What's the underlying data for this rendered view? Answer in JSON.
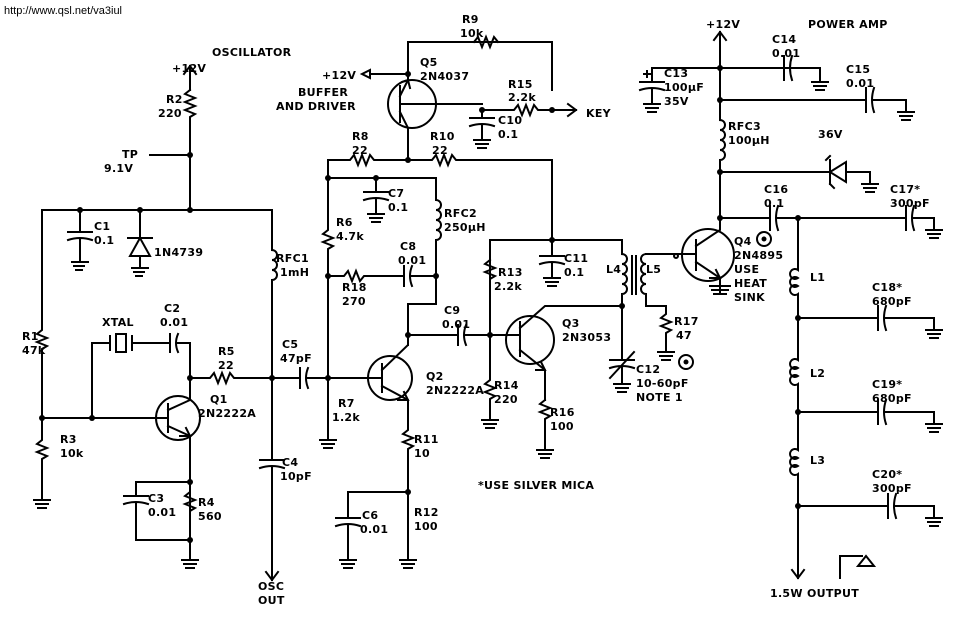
{
  "header": {
    "url": "http://www.qsl.net/va3iul"
  },
  "sections": {
    "oscillator": "OSCILLATOR",
    "power_amp": "POWER AMP",
    "buffer": "BUFFER",
    "driver": "AND DRIVER"
  },
  "supply": {
    "v12_osc": "+12V",
    "v12_buffer": "+12V",
    "v12_pa": "+12V",
    "v36": "36V"
  },
  "components": {
    "r1": [
      "R1",
      "47k"
    ],
    "r2": [
      "R2",
      "220"
    ],
    "r3": [
      "R3",
      "10k"
    ],
    "r4": [
      "R4",
      "560"
    ],
    "r5": [
      "R5",
      "22"
    ],
    "r6": [
      "R6",
      "4.7k"
    ],
    "r7": [
      "R7",
      "1.2k"
    ],
    "r8": [
      "R8",
      "22"
    ],
    "r9": [
      "R9",
      "10k"
    ],
    "r10": [
      "R10",
      "22"
    ],
    "r11": [
      "R11",
      "10"
    ],
    "r12": [
      "R12",
      "100"
    ],
    "r13": [
      "R13",
      "2.2k"
    ],
    "r14": [
      "R14",
      "220"
    ],
    "r15": [
      "R15",
      "2.2k"
    ],
    "r16": [
      "R16",
      "100"
    ],
    "r17": [
      "R17",
      "47"
    ],
    "r18": [
      "R18",
      "270"
    ],
    "c1": [
      "C1",
      "0.1"
    ],
    "c2": [
      "C2",
      "0.01"
    ],
    "c3": [
      "C3",
      "0.01"
    ],
    "c4": [
      "C4",
      "10pF"
    ],
    "c5": [
      "C5",
      "47pF"
    ],
    "c6": [
      "C6",
      "0.01"
    ],
    "c7": [
      "C7",
      "0.1"
    ],
    "c8": [
      "C8",
      "0.01"
    ],
    "c9": [
      "C9",
      "0.01"
    ],
    "c10": [
      "C10",
      "0.1"
    ],
    "c11": [
      "C11",
      "0.1"
    ],
    "c12": [
      "C12",
      "10-60pF",
      "NOTE 1"
    ],
    "c13": [
      "C13",
      "100µF",
      "35V"
    ],
    "c14": [
      "C14",
      "0.01"
    ],
    "c15": [
      "C15",
      "0.01"
    ],
    "c16": [
      "C16",
      "0.1"
    ],
    "c17": [
      "C17*",
      "300pF"
    ],
    "c18": [
      "C18*",
      "680pF"
    ],
    "c19": [
      "C19*",
      "680pF"
    ],
    "c20": [
      "C20*",
      "300pF"
    ],
    "q1": [
      "Q1",
      "2N2222A"
    ],
    "q2": [
      "Q2",
      "2N2222A"
    ],
    "q3": [
      "Q3",
      "2N3053"
    ],
    "q4": [
      "Q4",
      "2N4895",
      "USE",
      "HEAT",
      "SINK"
    ],
    "q5": [
      "Q5",
      "2N4037"
    ],
    "rfc1": [
      "RFC1",
      "1mH"
    ],
    "rfc2": [
      "RFC2",
      "250µH"
    ],
    "rfc3": [
      "RFC3",
      "100µH"
    ],
    "d1": "1N4739",
    "xtal": "XTAL",
    "tp": [
      "TP",
      "9.1V"
    ],
    "l1": "L1",
    "l2": "L2",
    "l3": "L3",
    "l4": "L4",
    "l5": "L5"
  },
  "notes": {
    "key": "KEY",
    "osc_out": [
      "OSC",
      "OUT"
    ],
    "silver_mica": "*USE SILVER MICA",
    "output": "1.5W OUTPUT"
  }
}
